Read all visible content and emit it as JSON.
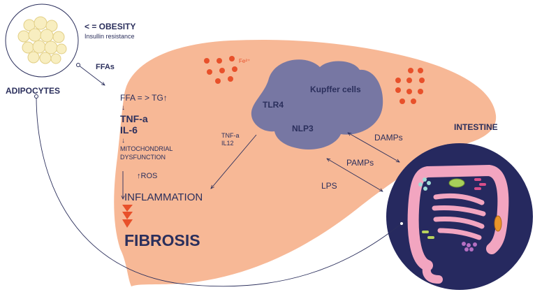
{
  "adipocytes": {
    "label": "ADIPOCYTES",
    "obesity": "< = OBESITY",
    "insulin": "Insullin resistance",
    "ffas": "FFAs"
  },
  "liver": {
    "ffa_tg": "FFA = > TG↑",
    "tnf": "TNF-a",
    "il6": "IL-6",
    "mito_1": "MITOCHONDRIAL",
    "mito_2": "DYSFUNCTION",
    "ros": "↑ROS",
    "inflammation": "INFLAMMATION",
    "fibrosis": "FIBROSIS",
    "fe": "Fe²⁺",
    "kupffer": "Kupffer cells",
    "tlr4": "TLR4",
    "nlp3": "NLP3",
    "cytokine_1": "TNF-a",
    "cytokine_2": "IL12"
  },
  "signals": {
    "damps": "DAMPs",
    "pamps": "PAMPs",
    "lps": "LPS"
  },
  "intestine": {
    "label": "INTESTINE"
  },
  "colors": {
    "liver": "#f7b896",
    "kupffer": "#7777a3",
    "text": "#2b2f5c",
    "iron": "#e8502a",
    "gut_bg": "#26295f",
    "gut": "#f2a5c0"
  },
  "icons": [
    "down-arrow-icon",
    "fibrosis-triple-arrow-icon",
    "iron-dots-icon",
    "fat-cells-icon"
  ]
}
